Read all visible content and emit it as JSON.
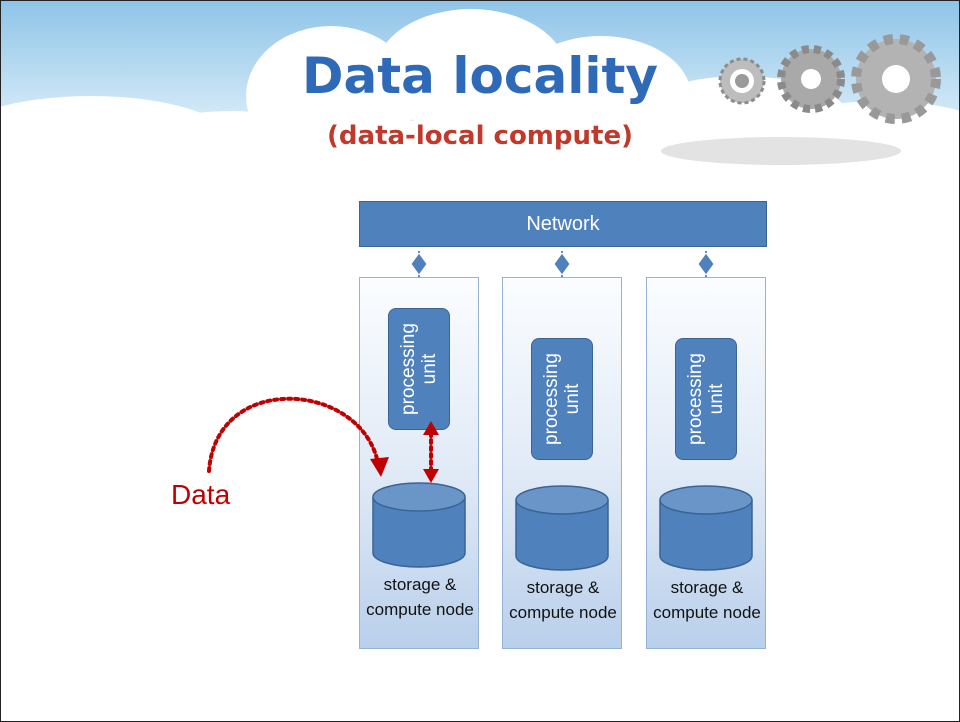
{
  "title": "Data locality",
  "subtitle": "(data-local compute)",
  "network_label": "Network",
  "data_label": "Data",
  "nodes": [
    {
      "processor_label": "processing unit",
      "disk_label": "disk",
      "node_label": "storage & compute node"
    },
    {
      "processor_label": "processing unit",
      "disk_label": "disk",
      "node_label": "storage & compute node"
    },
    {
      "processor_label": "processing unit",
      "disk_label": "disk",
      "node_label": "storage & compute node"
    }
  ],
  "colors": {
    "title": "#2e6ab8",
    "subtitle": "#c0392b",
    "component_fill": "#4f81bd",
    "arrow": "#c00000"
  },
  "icons": [
    "cloud-background",
    "gears-icon"
  ]
}
